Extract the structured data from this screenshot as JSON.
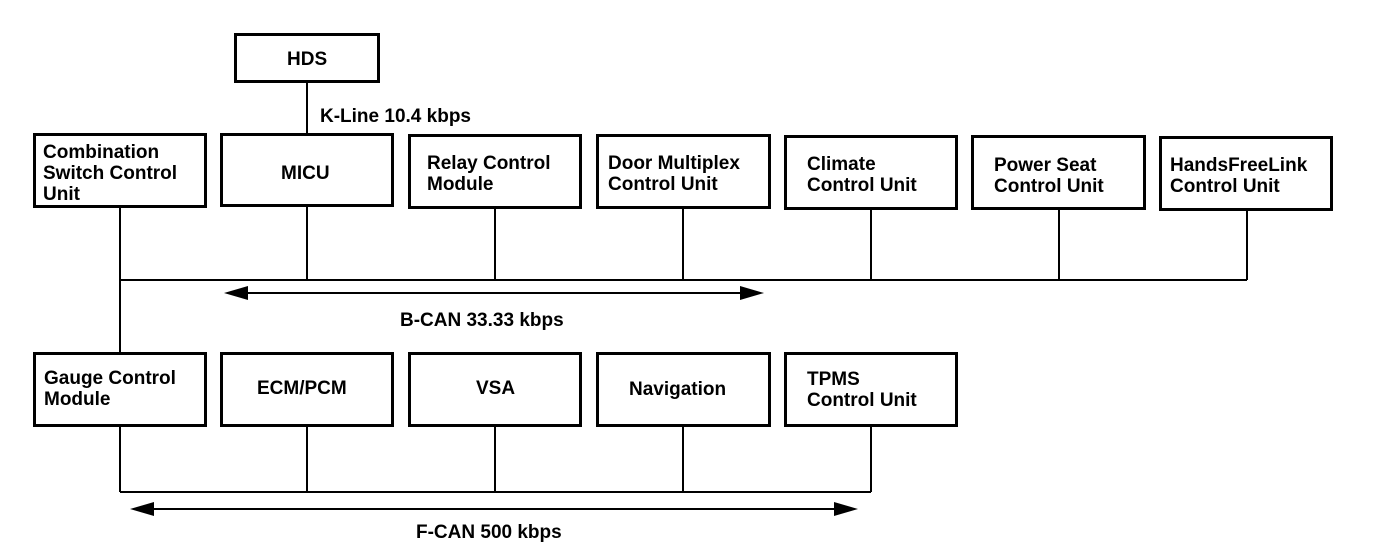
{
  "diagram": {
    "hds": "HDS",
    "k_line": "K-Line 10.4 kbps",
    "bcan": {
      "label": "B-CAN 33.33 kbps",
      "units": [
        "Combination\nSwitch Control\nUnit",
        "MICU",
        "Relay Control\nModule",
        "Door Multiplex\nControl Unit",
        "Climate\nControl Unit",
        "Power Seat\nControl Unit",
        "HandsFreeLink\nControl Unit"
      ]
    },
    "fcan": {
      "label": "F-CAN 500 kbps",
      "units": [
        "Gauge Control\nModule",
        "ECM/PCM",
        "VSA",
        "Navigation",
        "TPMS\nControl Unit"
      ]
    }
  }
}
